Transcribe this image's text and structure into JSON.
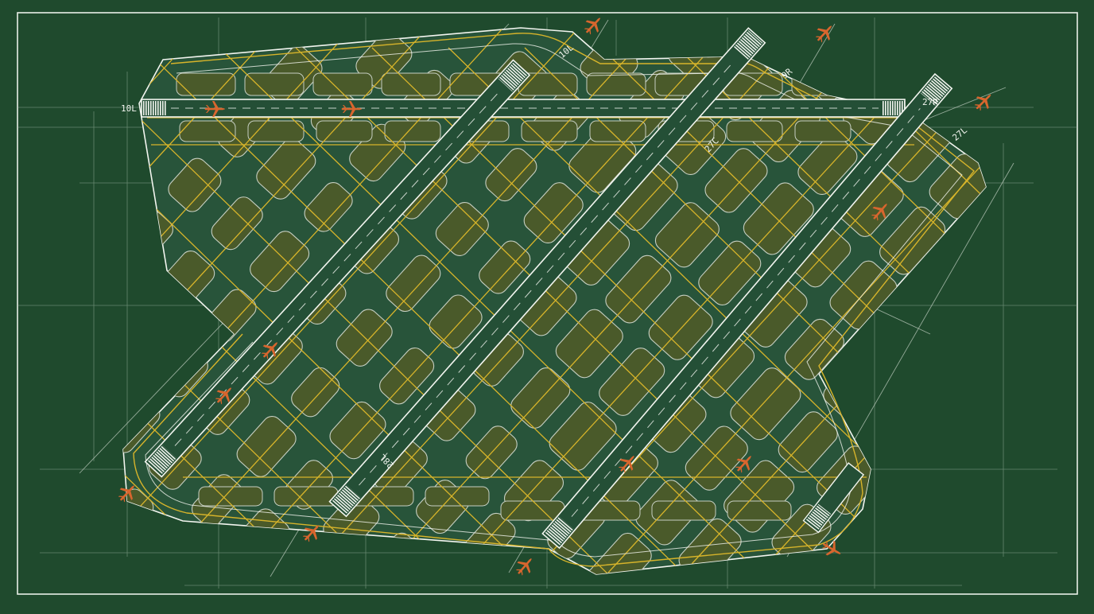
{
  "diagram": {
    "type": "airport-runway-layout",
    "colors": {
      "background": "#1f4a2d",
      "frame": "#e8efe8",
      "construction_line": "#9fb8a4",
      "pavement_edge": "#f2f5ef",
      "runway": "#244f36",
      "taxiway_centerline": "#d7b42a",
      "grass_block": "#4a5a2a",
      "grass_edge": "#c6cfc2",
      "aircraft": "#d8662e"
    },
    "icons": [
      "airplane-icon",
      "threshold-marking",
      "runway-centerline"
    ],
    "runways": [
      {
        "id": "runway-top",
        "labels": [
          "10L",
          "27R"
        ]
      },
      {
        "id": "runway-diag-1",
        "labels": [
          "10L",
          "28L"
        ]
      },
      {
        "id": "runway-diag-2",
        "labels": [
          "9R",
          "27C"
        ]
      },
      {
        "id": "runway-diag-3",
        "labels": [
          "27L"
        ]
      }
    ],
    "labels": [
      {
        "id": "label-10l-top",
        "text": "10L"
      },
      {
        "id": "label-27r",
        "text": "27R"
      },
      {
        "id": "label-10l-diag",
        "text": "10L"
      },
      {
        "id": "label-9r",
        "text": "9R"
      },
      {
        "id": "label-27c",
        "text": "27C"
      },
      {
        "id": "label-27l",
        "text": "27L"
      },
      {
        "id": "label-28l",
        "text": "28L"
      }
    ],
    "aircraft_count": 14
  }
}
